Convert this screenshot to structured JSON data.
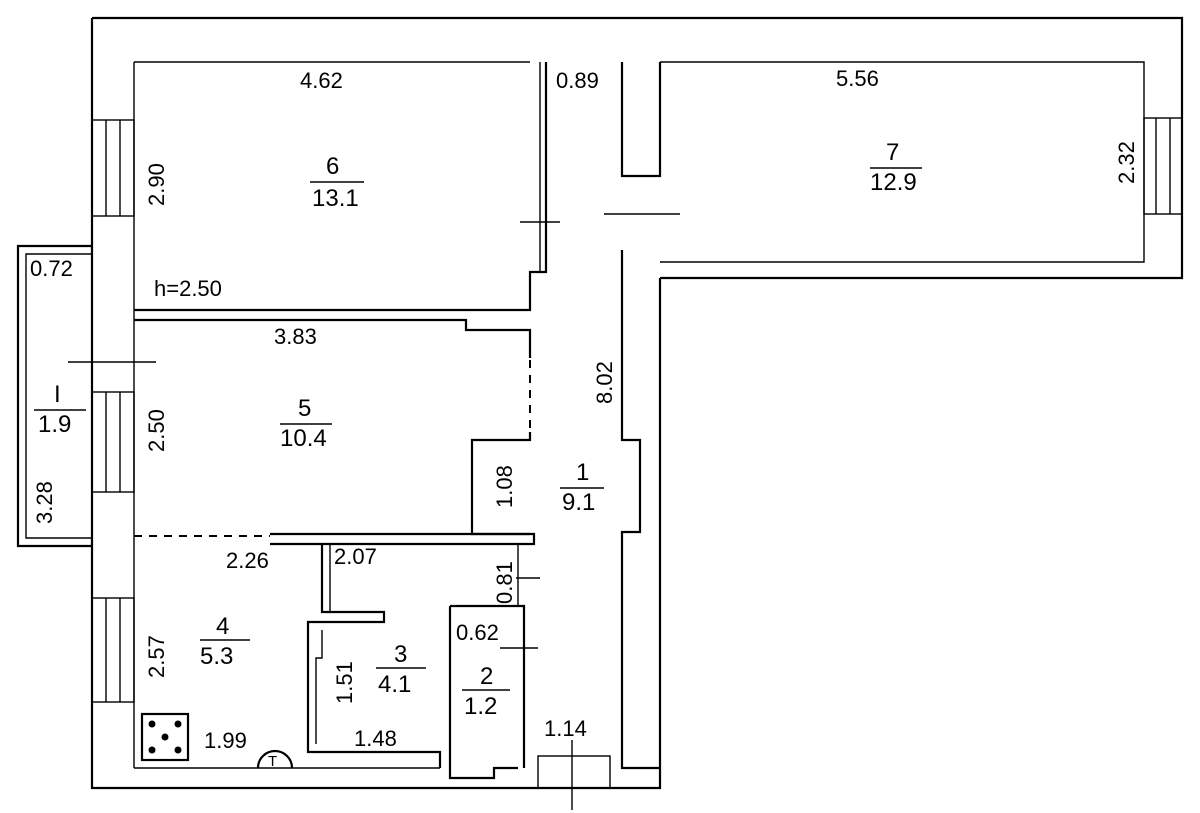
{
  "rooms": [
    {
      "number": "1",
      "area": "9.1"
    },
    {
      "number": "2",
      "area": "1.2"
    },
    {
      "number": "3",
      "area": "4.1"
    },
    {
      "number": "4",
      "area": "5.3"
    },
    {
      "number": "5",
      "area": "10.4"
    },
    {
      "number": "6",
      "area": "13.1"
    },
    {
      "number": "7",
      "area": "12.9"
    },
    {
      "number": "I",
      "area": "1.9"
    }
  ],
  "dimensions": {
    "room6_width": "4.62",
    "room6_height": "2.90",
    "corridor_top": "0.89",
    "room7_width": "5.56",
    "room7_height": "2.32",
    "balcony_depth": "0.72",
    "balcony_length": "3.28",
    "ceiling_height": "h=2.50",
    "room5_width": "3.83",
    "room5_height": "2.50",
    "corridor_length": "8.02",
    "niche": "1.08",
    "room4_width": "2.26",
    "room3_width": "2.07",
    "room2_depth": "0.81",
    "room2_width": "0.62",
    "room4_height": "2.57",
    "room3_height": "1.51",
    "room3_bottom": "1.48",
    "kitchen_bottom": "1.99",
    "entry_width": "1.14"
  },
  "symbols": {
    "boiler": "T"
  }
}
